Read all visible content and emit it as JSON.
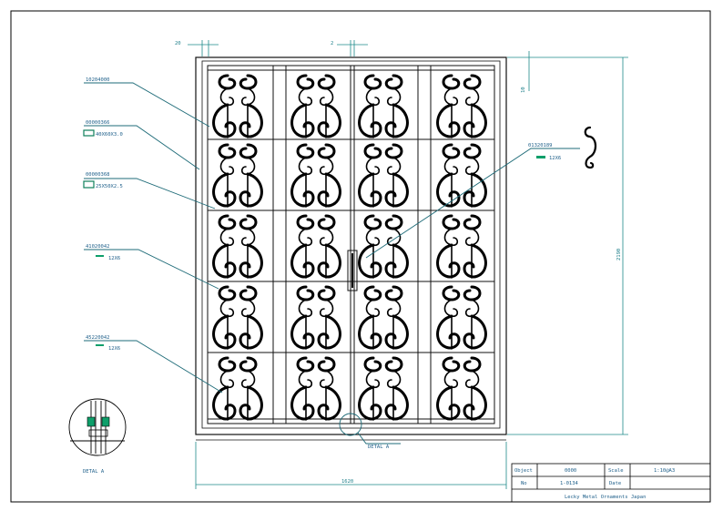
{
  "dimensions": {
    "top_left": "20",
    "top_mid": "2",
    "top_right": "10",
    "height": "2190",
    "width": "1620"
  },
  "parts": [
    {
      "code": "10204000",
      "size": ""
    },
    {
      "code": "00000366",
      "size": "40X60X3.0"
    },
    {
      "code": "00000368",
      "size": "25X50X2.5"
    },
    {
      "code": "41020042",
      "size": "12X6"
    },
    {
      "code": "45220042",
      "size": "12X6"
    },
    {
      "code": "01320189",
      "size": "12X6"
    }
  ],
  "detail": {
    "callout_label": "DETAL A",
    "view_label": "DETAL A"
  },
  "title_block": {
    "object_label": "Object",
    "object_value": "0000",
    "scale_label": "Scale",
    "scale_value": "1:10@A3",
    "no_label": "No",
    "no_value": "1-0134",
    "date_label": "Date",
    "date_value": "",
    "company": "Lecky Metal Ornaments Japan"
  },
  "colors": {
    "annotation": "#1e7f8a",
    "symbol": "#0e9f6a",
    "linework": "#000000"
  }
}
